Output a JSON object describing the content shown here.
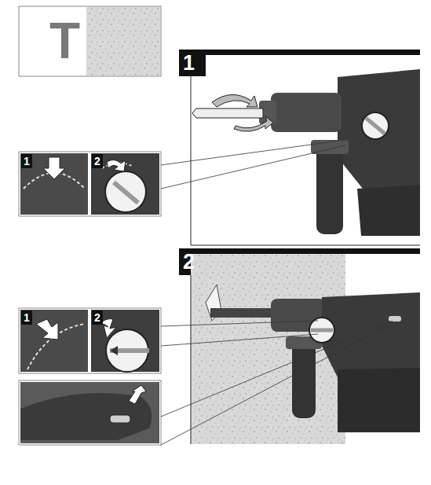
{
  "diagram": {
    "labels": [
      "T",
      "1",
      "2",
      "1",
      "2",
      "1",
      "2"
    ]
  }
}
